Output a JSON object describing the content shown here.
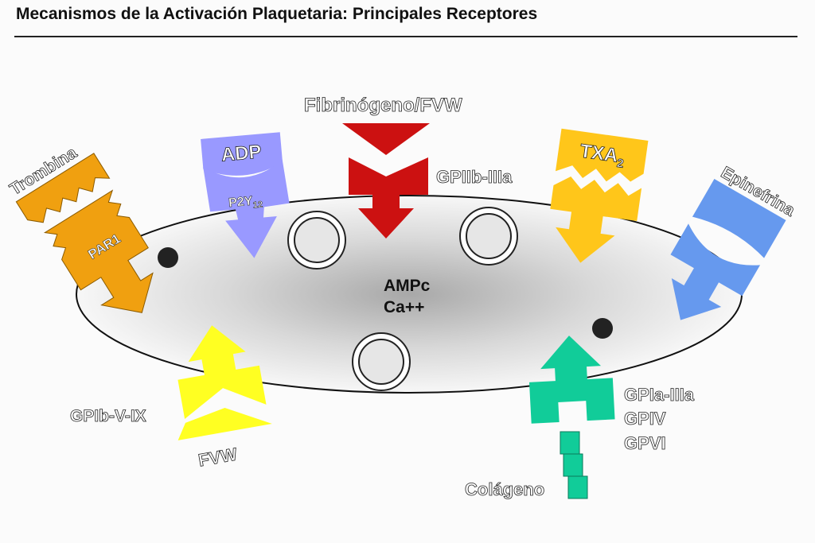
{
  "title": "Mecanismos de la Activación Plaquetaria: Principales Receptores",
  "center": {
    "line1": "AMPc",
    "line2": "Ca++"
  },
  "agonists": {
    "trombina": "Trombina",
    "adp": "ADP",
    "fibrinogeno": "Fibrinógeno/FVW",
    "txa_base": "TXA",
    "txa_sub": "2",
    "epinefrina": "Epinefrina",
    "fvw": "FVW",
    "colageno": "Colágeno"
  },
  "receptors": {
    "par1": "PAR1",
    "p2y_base": "P2Y",
    "p2y_sub": "12",
    "gpiib": "GPIIb-IIIa",
    "gpib": "GPIb-V-IX",
    "gpia": "GPIa-IIIa",
    "gpiv": "GPIV",
    "gpvi": "GPVI"
  },
  "colors": {
    "trombina": "#f0a010",
    "adp": "#9999ff",
    "fibrinogeno": "#cc1111",
    "txa2": "#ffc61a",
    "epinefrina": "#6699ee",
    "fvw": "#ffff22",
    "colageno": "#11cc99"
  }
}
